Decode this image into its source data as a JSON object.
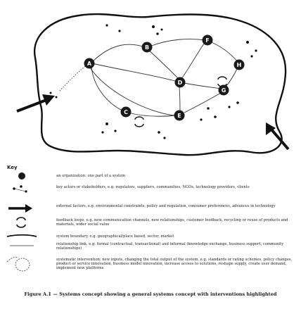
{
  "nodes": [
    {
      "id": "A",
      "label": "A"
    },
    {
      "id": "B",
      "label": "B"
    },
    {
      "id": "C",
      "label": "C"
    },
    {
      "id": "D",
      "label": "D"
    },
    {
      "id": "E",
      "label": "E"
    },
    {
      "id": "F",
      "label": "F"
    },
    {
      "id": "G",
      "label": "G"
    },
    {
      "id": "H",
      "label": "H"
    }
  ],
  "key": {
    "title": "Key",
    "items": [
      {
        "icon": "organization-node-icon",
        "text": "an organization: one part of a system"
      },
      {
        "icon": "actors-dots-icon",
        "text": "key actors or stakeholders, e.g. regulators, suppliers, communities, NGOs, technology providers, clients"
      },
      {
        "icon": "external-factors-arrow-icon",
        "text": "external factors, e.g. environmental constraints, policy and regulation, consumer preferences, advances in technology"
      },
      {
        "icon": "feedback-loop-icon",
        "text": "feedback loops, e.g. new communication channels, new relationships, customer feedback, recycling or reuse of products and materials, wider social value"
      },
      {
        "icon": "system-boundary-line-icon",
        "text": "system boundary, e.g. geographical/place based, sector, market"
      },
      {
        "icon": "relationship-link-icon",
        "text": "relationship link, e.g. formal (contractual, transactional) and informal (knowledge exchange, business support, community relationships)"
      },
      {
        "icon": "systematic-intervention-icon",
        "text": "systematic intervention: new inputs, changing the total output of the system, e.g. standards or rating schemes, policy changes, product or service innovation, business model innovation, increase access to solutions, reshape supply, create user demand, implement new platforms"
      }
    ]
  },
  "caption": "Figure A.1 — Systems concept showing a general systems concept with interventions highlighted"
}
